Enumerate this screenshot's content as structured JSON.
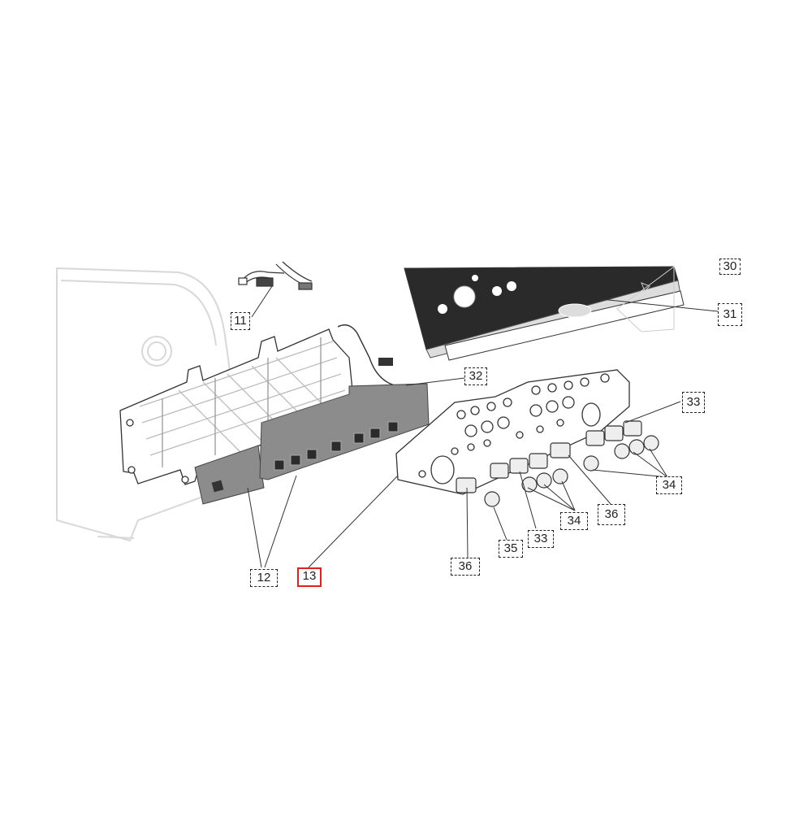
{
  "diagram": {
    "callouts": [
      {
        "id": "11",
        "label": "11"
      },
      {
        "id": "12",
        "label": "12"
      },
      {
        "id": "13",
        "label": "13",
        "highlighted": true
      },
      {
        "id": "30",
        "label": "30"
      },
      {
        "id": "31",
        "label": "31"
      },
      {
        "id": "32",
        "label": "32"
      },
      {
        "id": "33a",
        "label": "33"
      },
      {
        "id": "33b",
        "label": "33"
      },
      {
        "id": "34a",
        "label": "34"
      },
      {
        "id": "34b",
        "label": "34"
      },
      {
        "id": "35",
        "label": "35"
      },
      {
        "id": "36a",
        "label": "36"
      },
      {
        "id": "36b",
        "label": "36"
      }
    ],
    "colors": {
      "line": "#333333",
      "highlight": "#e0201c",
      "pcb": "#8c8c8c",
      "fascia": "#2a2a2a"
    }
  }
}
